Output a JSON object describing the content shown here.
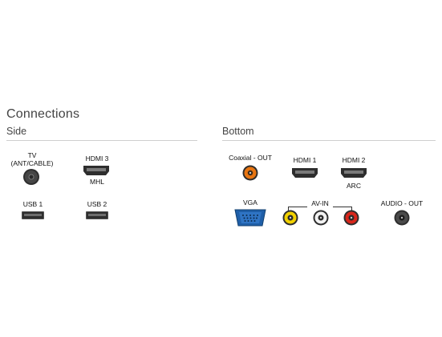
{
  "title": "Connections",
  "side": {
    "heading": "Side",
    "tv_label": "TV\n(ANT/CABLE)",
    "hdmi3_label": "HDMI 3",
    "hdmi3_sub": "MHL",
    "usb1_label": "USB 1",
    "usb2_label": "USB 2"
  },
  "bottom": {
    "heading": "Bottom",
    "coaxial_label": "Coaxial - OUT",
    "hdmi1_label": "HDMI 1",
    "hdmi2_label": "HDMI 2",
    "hdmi2_sub": "ARC",
    "vga_label": "VGA",
    "avin_label": "AV-IN",
    "audio_out_label": "AUDIO - OUT"
  },
  "colors": {
    "coaxial": "#e87511",
    "av_yellow": "#f2d100",
    "av_white": "#f2f2f2",
    "av_red": "#d8261b",
    "vga_blue": "#1f5fa8",
    "connector_dark": "#2e2e2e"
  }
}
